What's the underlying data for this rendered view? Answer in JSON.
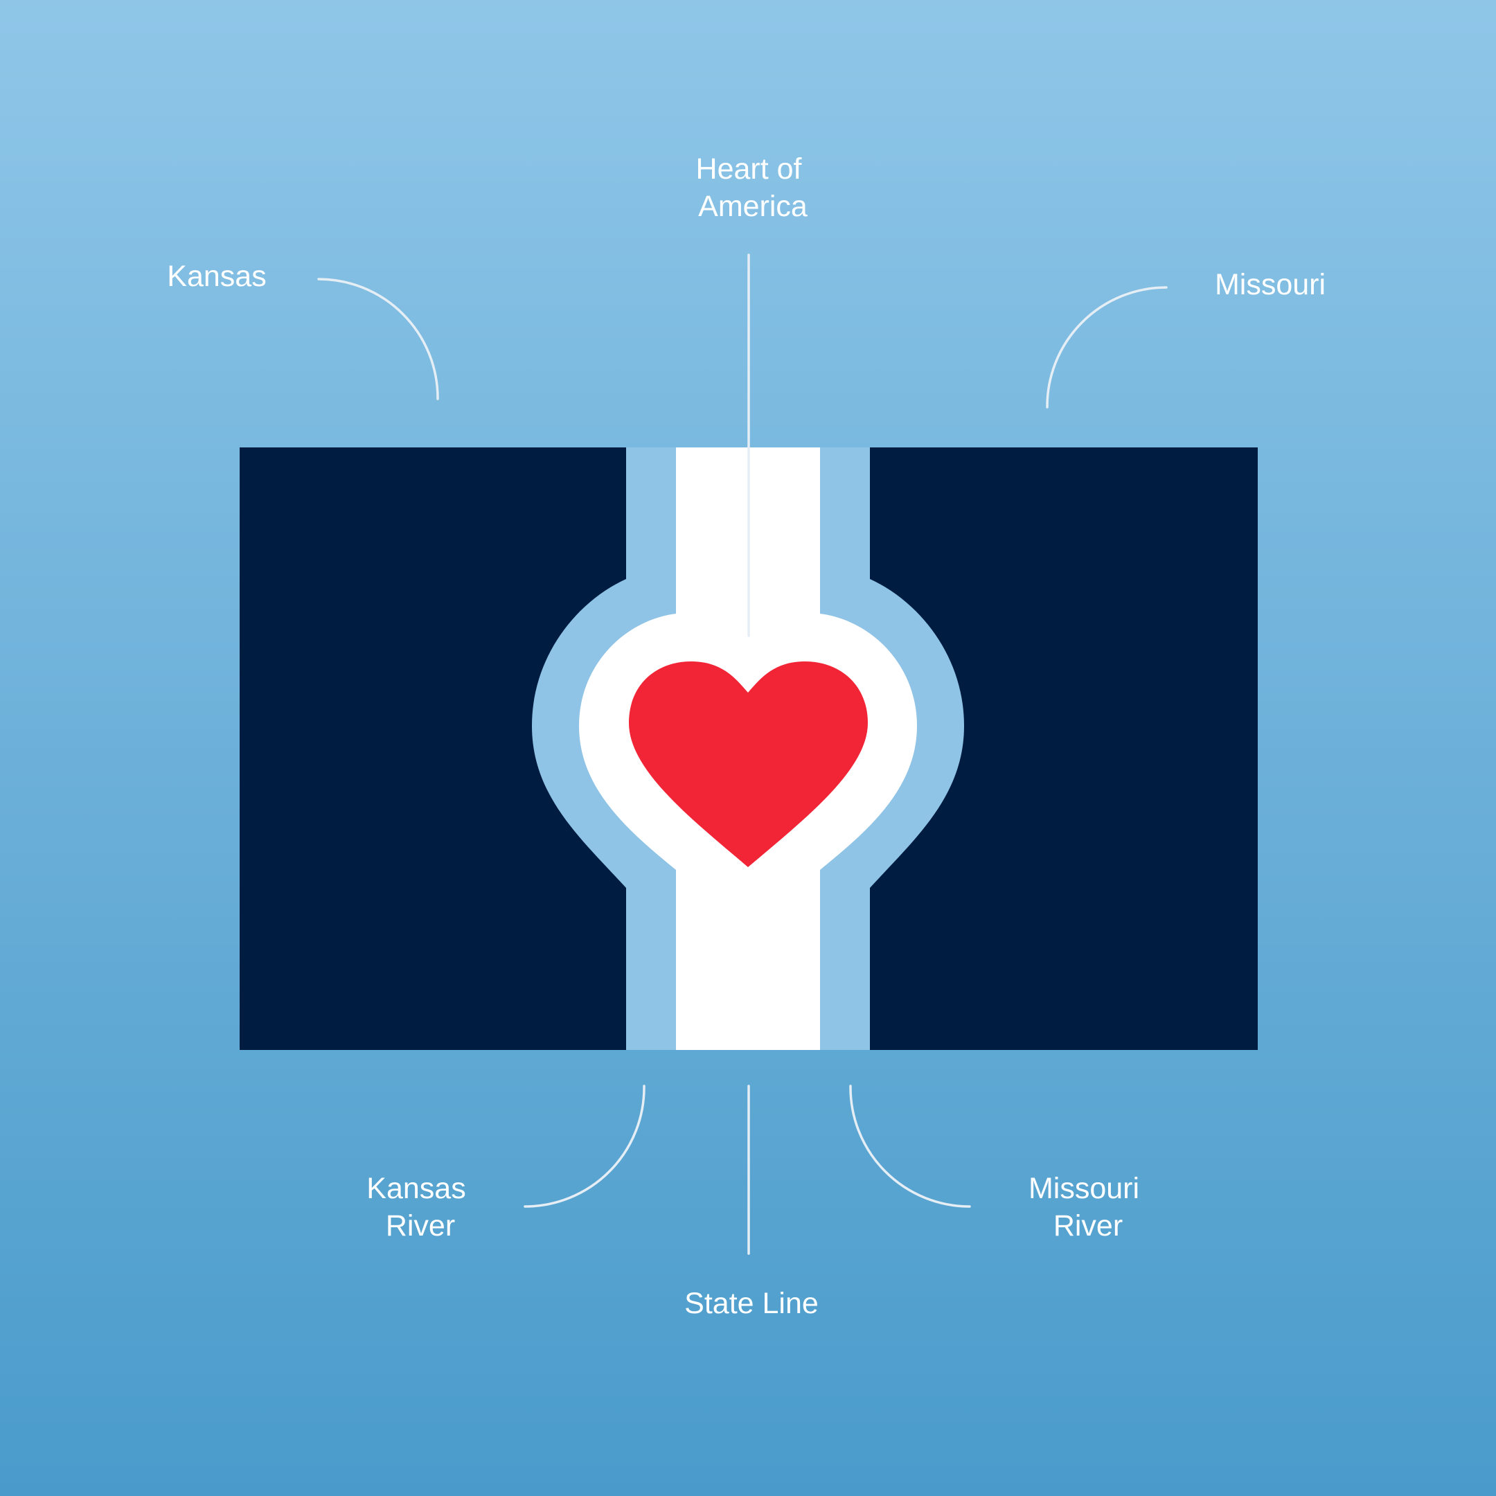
{
  "colors": {
    "background_top": "#8fc6e8",
    "background_bottom": "#4a9bcb",
    "navy": "#001c40",
    "river": "#8fc4e6",
    "state_line": "#ffffff",
    "heart": "#f22536",
    "leader_lines": "#e6eef5"
  },
  "labels": {
    "heart_of_america": [
      "Heart of",
      "America"
    ],
    "kansas": "Kansas",
    "missouri": "Missouri",
    "kansas_river": [
      "Kansas",
      "River"
    ],
    "missouri_river": [
      "Missouri",
      "River"
    ],
    "state_line": "State Line"
  },
  "icons": {
    "heart": "heart-icon"
  }
}
